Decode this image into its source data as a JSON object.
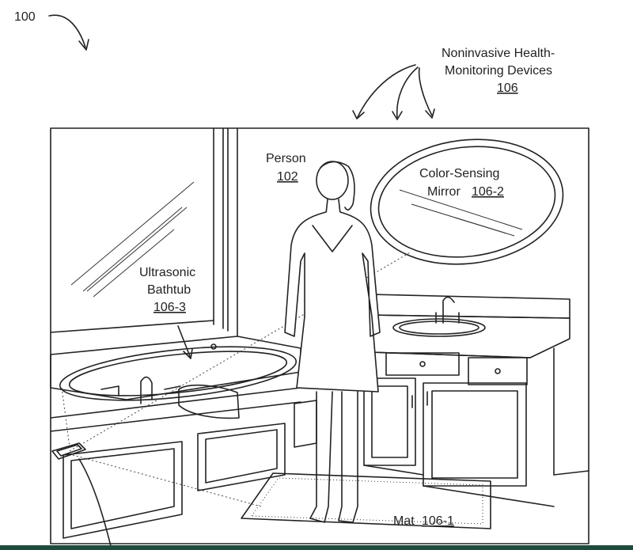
{
  "figure": {
    "number": "100",
    "labels": {
      "devices_line1": "Noninvasive Health-",
      "devices_line2": "Monitoring Devices",
      "devices_ref": "106",
      "person": "Person",
      "person_ref": "102",
      "mirror_line1": "Color-Sensing",
      "mirror_word": "Mirror",
      "mirror_ref": "106-2",
      "bathtub_line1": "Ultrasonic",
      "bathtub_line2": "Bathtub",
      "bathtub_ref": "106-3",
      "mat_word": "Mat",
      "mat_ref": "106-1"
    }
  },
  "colors": {
    "line": "#222222",
    "background": "#ffffff",
    "bottom_strip": "#1f4a3c"
  }
}
